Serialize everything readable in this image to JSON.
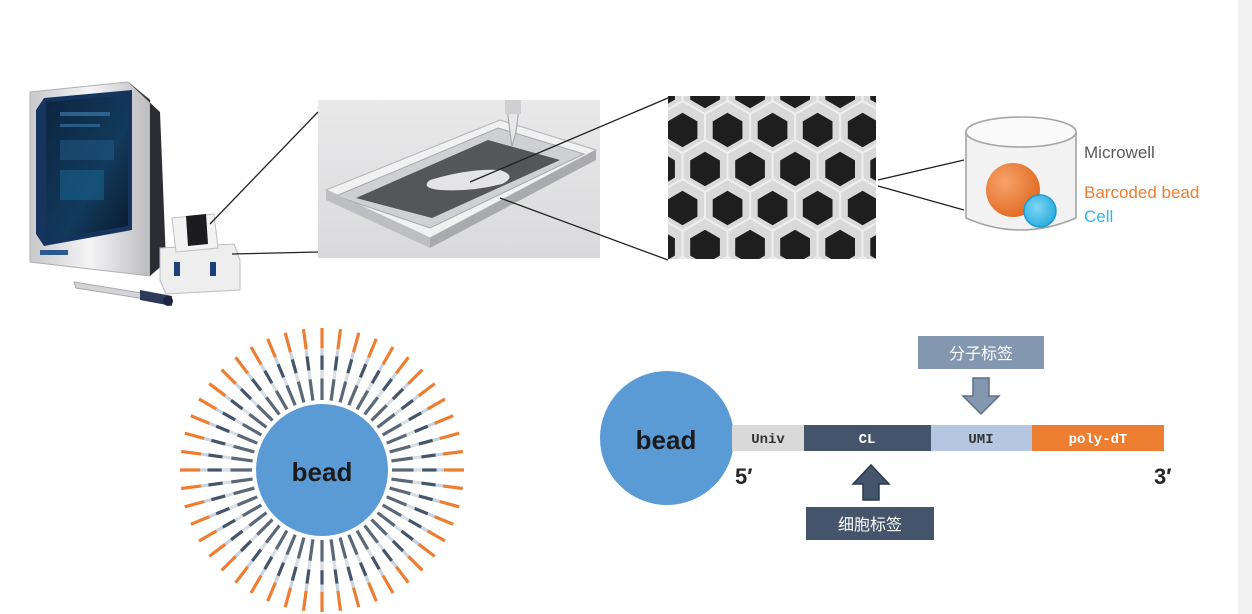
{
  "legend": {
    "microwell": "Microwell",
    "barcoded_bead": "Barcoded bead",
    "cell": "Cell"
  },
  "bead_left": {
    "label": "bead"
  },
  "bead_right": {
    "label": "bead"
  },
  "segments": [
    {
      "label": "Univ",
      "color": "#d9d9d9",
      "text_color": "#333333"
    },
    {
      "label": "CL",
      "color": "#44546a",
      "text_color": "#ffffff"
    },
    {
      "label": "UMI",
      "color": "#b4c6e0",
      "text_color": "#333333"
    },
    {
      "label": "poly-dT",
      "color": "#ed7d31",
      "text_color": "#ffffff"
    }
  ],
  "ends": {
    "five_prime": "5′",
    "three_prime": "3′"
  },
  "callouts": {
    "molecular_tag": "分子标签",
    "cell_tag": "细胞标签"
  },
  "colors": {
    "bead_fill": "#5b9bd5",
    "orange": "#ed7d31",
    "cell_blue": "#33b6e5",
    "dark_slate": "#44546a",
    "light_slate": "#8497b0"
  }
}
